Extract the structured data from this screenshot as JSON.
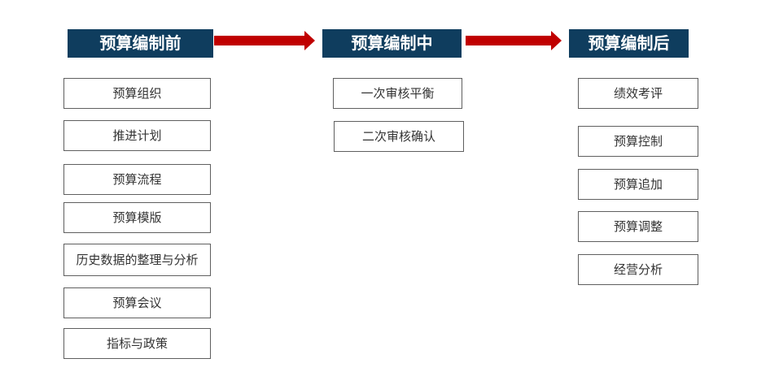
{
  "headers": {
    "before": "预算编制前",
    "during": "预算编制中",
    "after": "预算编制后"
  },
  "before_items": [
    "预算组织",
    "推进计划",
    "预算流程",
    "预算模版",
    "历史数据的整理与分析",
    "预算会议",
    "指标与政策"
  ],
  "during_items": [
    "一次审核平衡",
    "二次审核确认"
  ],
  "after_items": [
    "绩效考评",
    "预算控制",
    "预算追加",
    "预算调整",
    "经营分析"
  ],
  "colors": {
    "header_bg": "#0f3d5e",
    "arrow": "#c00000",
    "box_border": "#5f5f5f"
  }
}
